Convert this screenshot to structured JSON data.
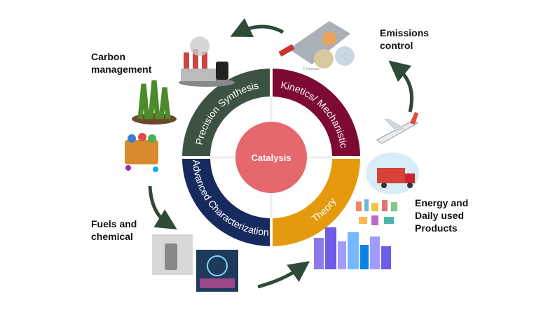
{
  "center": {
    "label": "Catalysis",
    "color": "#e5686d"
  },
  "segments": [
    {
      "label": "Precision Synthesis",
      "color": "#3c5343"
    },
    {
      "label": "Kinetics/ Mechanistic",
      "color": "#7d0a35"
    },
    {
      "label": "Advanced Characterization",
      "color": "#172a5e"
    },
    {
      "label": "Theory",
      "color": "#e59a0d"
    }
  ],
  "applications": {
    "carbon": [
      "Carbon",
      "management"
    ],
    "emissions": [
      "Emissions",
      "control"
    ],
    "fuels": [
      "Fuels and",
      "chemical"
    ],
    "energy": [
      "Energy and",
      "Daily used",
      "Products"
    ]
  },
  "credit": "© Umicore",
  "arrow_color": "#2f4a36"
}
